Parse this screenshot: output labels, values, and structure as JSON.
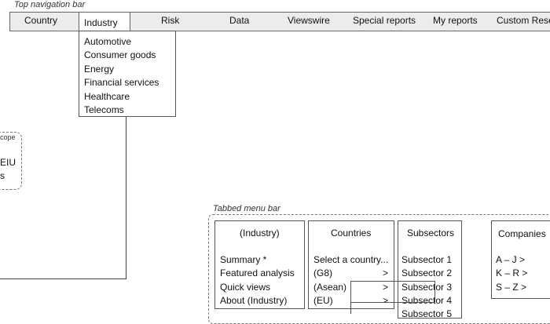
{
  "captions": {
    "top_nav": "Top navigation bar",
    "tabbed_menu": "Tabbed menu bar"
  },
  "nav": {
    "items": [
      "Country",
      "Industry",
      "Risk",
      "Data",
      "Viewswire",
      "Special reports",
      "My reports",
      "Custom Rese"
    ]
  },
  "industry_dropdown": {
    "items": [
      "Automotive",
      "Consumer goods",
      "Energy",
      "Financial services",
      "Healthcare",
      "Telecoms"
    ]
  },
  "scope_box": {
    "label": "cope",
    "line1": "EIU",
    "line2": "s"
  },
  "industry_box": {
    "title": "(Industry)",
    "items": [
      "Summary *",
      "Featured analysis",
      "Quick views",
      "About (Industry)"
    ]
  },
  "countries_box": {
    "title": "Countries",
    "items": [
      "Select a country...",
      "(G8)",
      "(Asean)",
      "(EU)"
    ],
    "arrow": ">"
  },
  "subsectors_box": {
    "title": "Subsectors",
    "items": [
      "Subsector 1",
      "Subsector 2",
      "Subsector 3",
      "Subsector 4",
      "Subsector 5"
    ]
  },
  "companies_box": {
    "title": "Companies",
    "items": [
      "A – J  >",
      "K – R  >",
      "S – Z  >"
    ]
  }
}
